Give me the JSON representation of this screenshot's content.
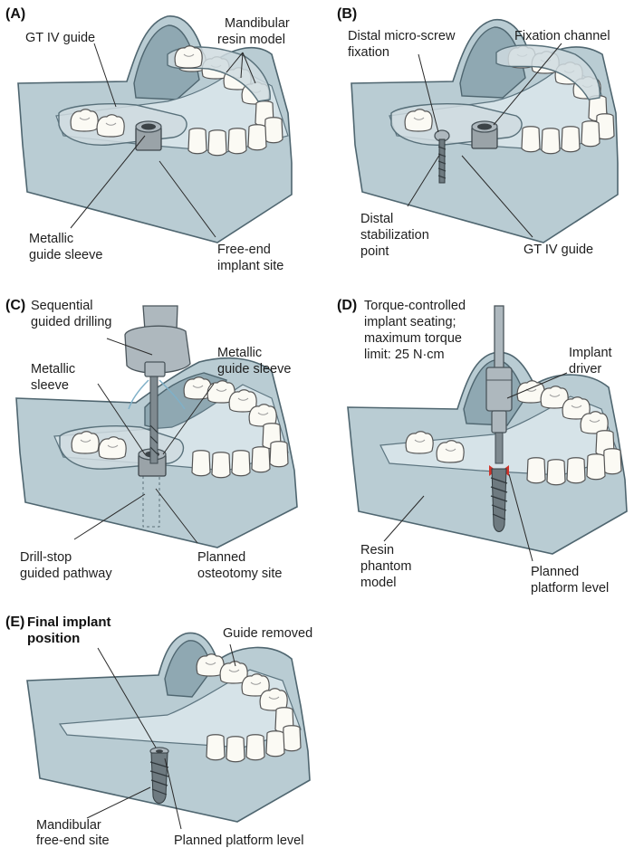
{
  "panels": {
    "a": {
      "tag": "(A)",
      "labels": {
        "guide": "GT IV guide",
        "model_1": "Mandibular",
        "model_2": "resin model",
        "sleeve_1": "Metallic",
        "sleeve_2": "guide sleeve",
        "site_1": "Free-end",
        "site_2": "implant site"
      }
    },
    "b": {
      "tag": "(B)",
      "labels": {
        "screw_1": "Distal micro-screw",
        "screw_2": "fixation",
        "channel": "Fixation channel",
        "stab_1": "Distal",
        "stab_2": "stabilization",
        "stab_3": "point",
        "guide": "GT IV guide"
      }
    },
    "c": {
      "tag": "(C)",
      "labels": {
        "drill_1": "Sequential",
        "drill_2": "guided drilling",
        "sleeve_1": "Metallic",
        "sleeve_2": "sleeve",
        "gsleeve_1": "Metallic",
        "gsleeve_2": "guide sleeve",
        "stop_1": "Drill-stop",
        "stop_2": "guided pathway",
        "osteo_1": "Planned",
        "osteo_2": "osteotomy site"
      }
    },
    "d": {
      "tag": "(D)",
      "labels": {
        "torque_1": "Torque-controlled",
        "torque_2": "implant seating;",
        "torque_3": "maximum torque",
        "torque_4": "limit: 25 N·cm",
        "driver_1": "Implant",
        "driver_2": "driver",
        "phantom_1": "Resin",
        "phantom_2": "phantom",
        "phantom_3": "model",
        "platform_1": "Planned",
        "platform_2": "platform level"
      }
    },
    "e": {
      "tag": "(E)",
      "labels": {
        "final_1": "Final implant",
        "final_2": "position",
        "removed": "Guide removed",
        "site_1": "Mandibular",
        "site_2": "free-end site",
        "platform": "Planned platform level"
      }
    }
  },
  "colors": {
    "bone": "#b9ccd3",
    "bone_inner": "#8fa8b2",
    "tooth": "#fbfaf4",
    "metal": "#9aa3a8",
    "guide_resin": "#cfdadf",
    "marker_red": "#d2332a"
  }
}
